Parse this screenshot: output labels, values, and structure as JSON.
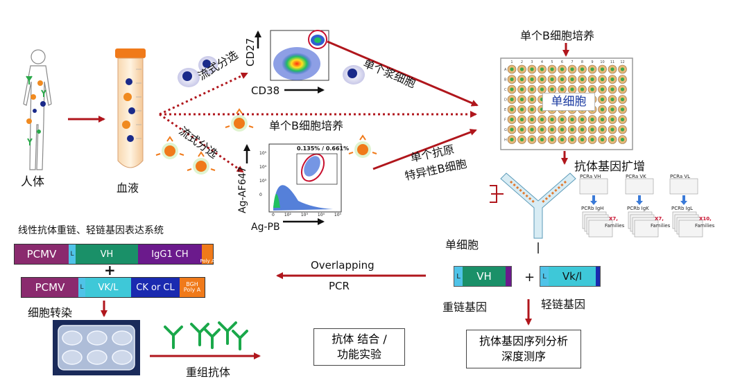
{
  "labels": {
    "human": "人体",
    "blood": "血液",
    "flow_sort_1": "流式分选",
    "flow_sort_2": "流式分选",
    "plasma_cell": "单个浆细胞",
    "single_b_culture_mid": "单个B细胞培养",
    "single_b_culture_top": "单个B细胞培养",
    "antigen_specific_line1": "单个抗原",
    "antigen_specific_line2": "特异性B细胞",
    "plate_label": "单细胞",
    "gene_amplification": "抗体基因扩增",
    "single_cell": "单细胞",
    "heavy_gene": "重链基因",
    "light_gene": "轻链基因",
    "overlapping": "Overlapping",
    "pcr": "PCR",
    "expression_system": "线性抗体重链、轻链基因表达系统",
    "transfection": "细胞转染",
    "recombinant_antibody": "重组抗体",
    "binding_assay_line1": "抗体 结合 /",
    "binding_assay_line2": "功能实验",
    "sequencing_line1": "抗体基因序列分析",
    "sequencing_line2": "深度测序",
    "plus": "+"
  },
  "plots": {
    "top": {
      "ylabel": "CD27",
      "xlabel": "CD38"
    },
    "bottom": {
      "ylabel": "Ag-AF647",
      "xlabel": "Ag-PB",
      "gate_text": "0.135% / 0.661%",
      "tick_y": [
        "10⁵",
        "10⁴",
        "10³",
        "0"
      ],
      "tick_x": [
        "0",
        "10²",
        "10³",
        "10⁴",
        "10⁵"
      ]
    }
  },
  "heavy_construct": {
    "promoter": "PCMV",
    "leader": "L",
    "variable": "VH",
    "constant": "IgG1 CH",
    "polyA": "Poly A",
    "colors": {
      "promoter": "#8a2a6e",
      "leader": "#4fc3e8",
      "variable": "#1a9068",
      "constant": "#6b1a8c",
      "polyA": "#f07a1a"
    }
  },
  "light_construct": {
    "promoter": "PCMV",
    "leader": "L",
    "variable": "VK/L",
    "constant": "CK or CL",
    "polyA": "BGH Poly A",
    "colors": {
      "promoter": "#8a2a6e",
      "leader": "#4fc3e8",
      "variable": "#3ec8d8",
      "constant": "#1a2ab0",
      "polyA": "#f07a1a"
    }
  },
  "v_genes": {
    "heavy": "VH",
    "light": "Vk/l",
    "leader": "L"
  },
  "pcr_panels": [
    {
      "a": "PCRa VH",
      "b": "PCRb IgH",
      "mult": "X7,",
      "fam": "Families"
    },
    {
      "a": "PCRa VK",
      "b": "PCRb IgK",
      "mult": "X7,",
      "fam": "Families"
    },
    {
      "a": "PCRa VL",
      "b": "PCRb IgL",
      "mult": "X10,",
      "fam": "Families"
    }
  ],
  "plate": {
    "numbers": [
      "1",
      "2",
      "3",
      "4",
      "5",
      "6",
      "7",
      "8",
      "9",
      "10",
      "11",
      "12"
    ],
    "rows": [
      "A",
      "B",
      "C",
      "D",
      "E",
      "F",
      "G",
      "H"
    ]
  },
  "colors": {
    "arrow": "#b0161c",
    "antibody": "#1aa84a",
    "plate_text": "#1a3aa0"
  }
}
